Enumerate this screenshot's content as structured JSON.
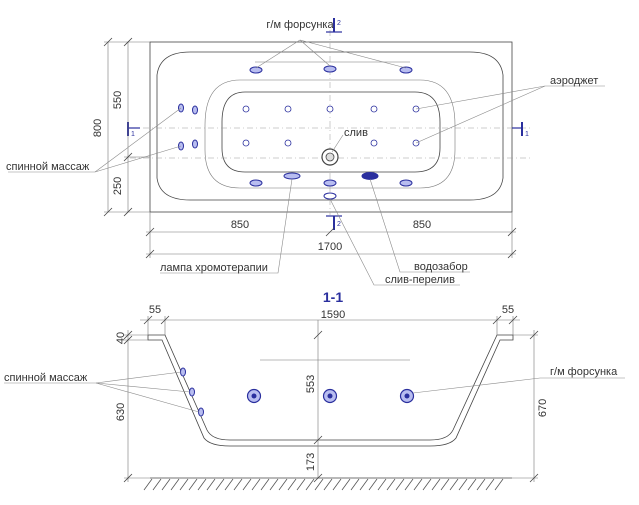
{
  "labels": {
    "gm_nozzle_top": "г/м форсунка",
    "aerojet": "аэроджет",
    "drain": "слив",
    "back_massage_top": "спинной массаж",
    "chromo_lamp": "лампа хромотерапии",
    "water_intake": "водозабор",
    "drain_overflow": "слив-перелив",
    "section_title": "1-1",
    "back_massage_section": "спинной массаж",
    "gm_nozzle_section": "г/м форсунка"
  },
  "section_marks": {
    "mark_1": "1",
    "mark_2": "2"
  },
  "dimensions": {
    "top_width": "800",
    "top_upper": "550",
    "top_lower": "250",
    "length_left": "850",
    "length_right": "850",
    "length_total": "1700",
    "rim_left": "55",
    "rim_right": "55",
    "inner_length": "1590",
    "rim_height": "40",
    "depth_left": "630",
    "depth_right": "670",
    "inner_depth": "553",
    "bottom_height": "173"
  },
  "colors": {
    "fitting": "#2a2f9e",
    "fitting_fill": "#b8bdf0",
    "lines": "#444444"
  }
}
